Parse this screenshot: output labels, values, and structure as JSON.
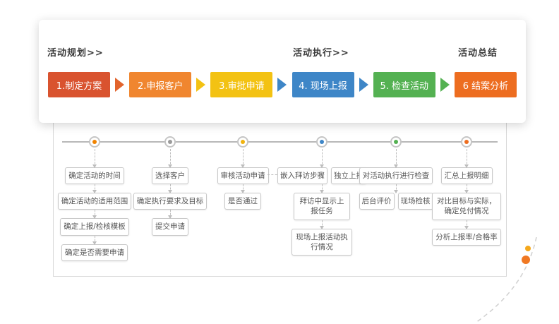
{
  "phases": [
    {
      "label": "活动规划>>"
    },
    {
      "label": "活动执行>>"
    },
    {
      "label": "活动总结"
    }
  ],
  "flow": {
    "steps": [
      {
        "label": "1.制定方案",
        "color": "#d9532f"
      },
      {
        "label": "2.申报客户",
        "color": "#f0862f"
      },
      {
        "label": "3.审批申请",
        "color": "#f3c213"
      },
      {
        "label": "4. 现场上报",
        "color": "#3e86c7"
      },
      {
        "label": "5. 检查活动",
        "color": "#54b152"
      },
      {
        "label": "6 结案分析",
        "color": "#ed6d20"
      }
    ],
    "arrow_colors": [
      "#e2642d",
      "#f3c213",
      "#3e86c7",
      "#3e86c7",
      "#54b152"
    ]
  },
  "timeline": {
    "node_colors": [
      "#f08300",
      "#9b9b9b",
      "#f0b30f",
      "#3e86c7",
      "#54b152",
      "#ed6d20"
    ]
  },
  "detail": {
    "col1": {
      "boxes": [
        "确定活动的时间",
        "确定活动的适用范围",
        "确定上报/检核模板",
        "确定是否需要申请"
      ]
    },
    "col2": {
      "boxes": [
        "选择客户",
        "确定执行要求及目标",
        "提交申请"
      ]
    },
    "col3": {
      "boxes": [
        "审核活动申请",
        "是否通过"
      ]
    },
    "col4": {
      "pair": [
        "嵌入拜访步骤",
        "独立上报"
      ],
      "boxes": [
        "拜访中显示上报任务",
        "现场上报活动执行情况"
      ]
    },
    "col5": {
      "boxes": [
        "对活动执行进行检查"
      ],
      "pair": [
        "后台评价",
        "现场检核"
      ]
    },
    "col6": {
      "boxes": [
        "汇总上报明细",
        "对比目标与实际，确定兑付情况",
        "分析上报率/合格率"
      ]
    }
  },
  "decor": {
    "curve_color": "#d0d0d0",
    "dot_small_color": "#f5a81c",
    "dot_large_color": "#f07822"
  }
}
